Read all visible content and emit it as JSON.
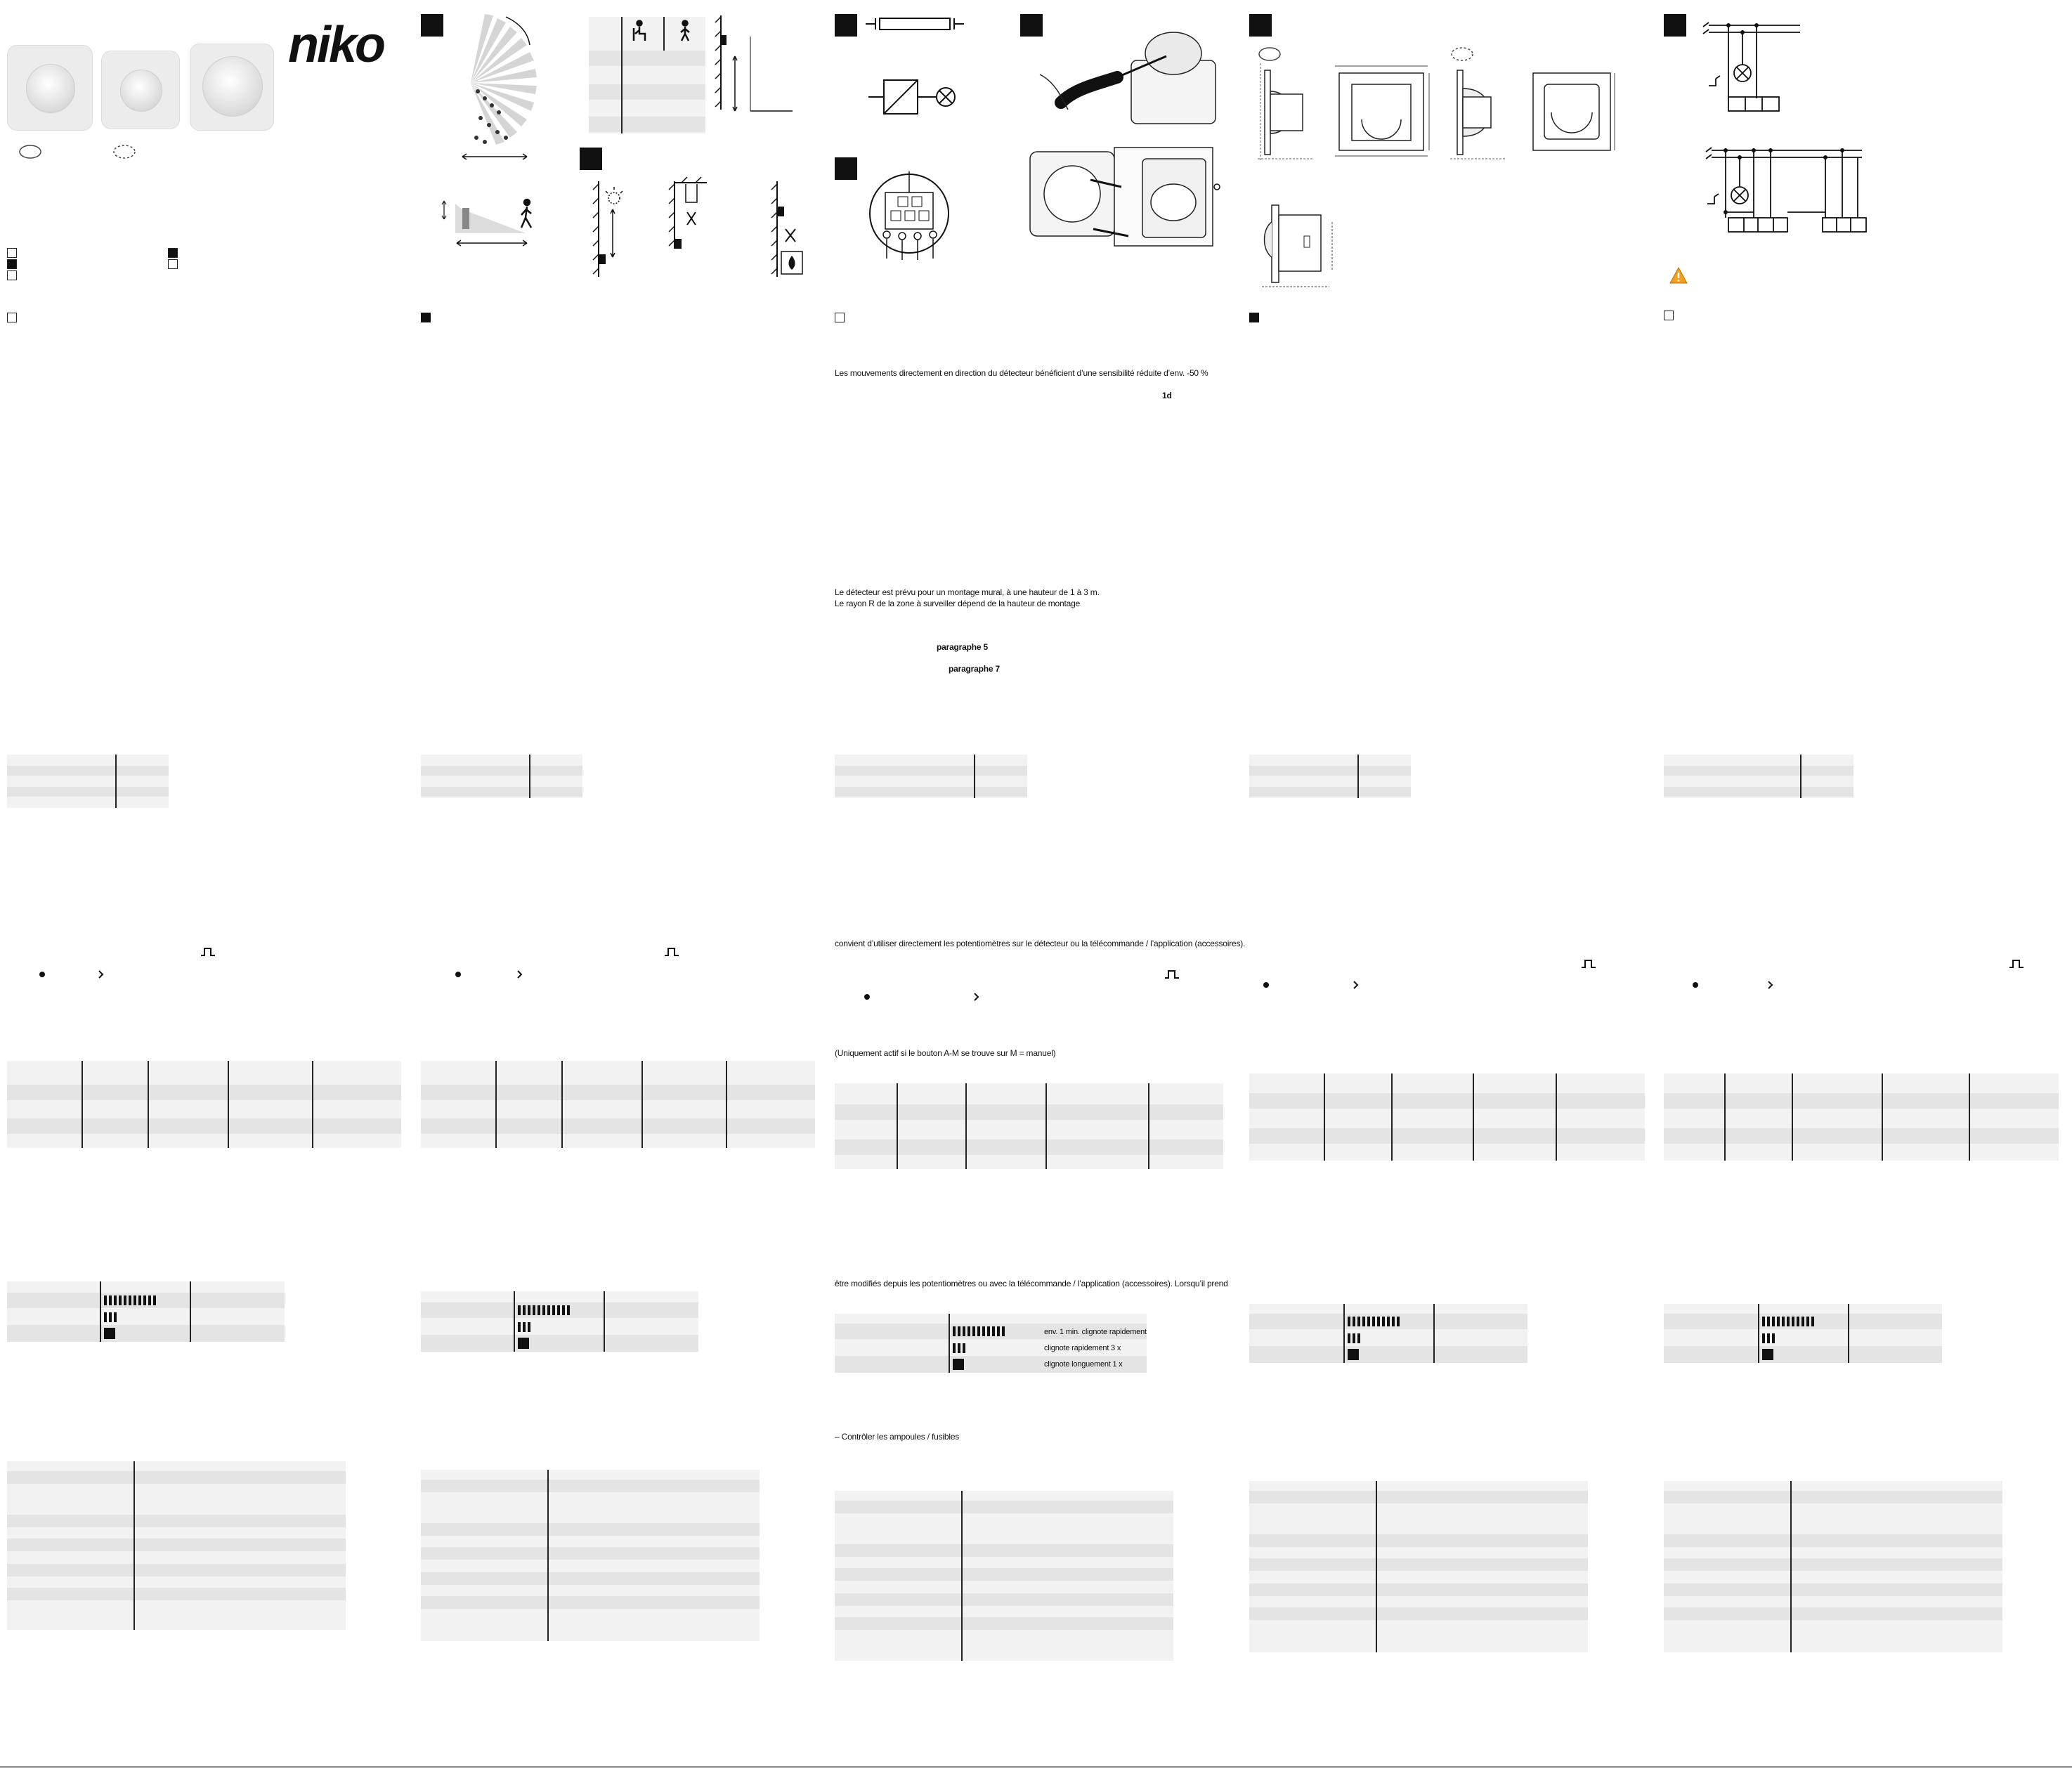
{
  "brand": {
    "logo_text": "niko"
  },
  "panel3": {
    "sensitivity_note": "Les mouvements directement en direction du détecteur bénéficient d’une sensibilité réduite d’env. -50 %",
    "figure_ref": "1d",
    "mounting_line1": "Le détecteur est prévu pour un montage mural, à une hauteur de 1 à 3 m.",
    "mounting_line2": "Le rayon R de la zone à surveiller dépend de la hauteur de montage",
    "ref_par5": "paragraphe 5",
    "ref_par7": "paragraphe 7",
    "potentiometer_note": "convient d’utiliser directement les potentiomètres sur le détecteur ou la télécommande / l’application (accessoires).",
    "manual_note": "(Uniquement actif si le bouton A-M se trouve sur M = manuel)",
    "modify_note": "être modifiés depuis les potentiomètres ou avec la télécommande / l’application (accessoires). Lorsqu’il prend",
    "led_states": [
      {
        "label": "env. 1 min. clignote rapidement"
      },
      {
        "label": "clignote rapidement 3 x"
      },
      {
        "label": "clignote longuement 1 x"
      }
    ],
    "troubleshoot_note": "– Contrôler les ampoules / fusibles"
  },
  "icons": [
    "warning-icon",
    "pulse-icon",
    "bullet-icon",
    "chevron-right-icon",
    "lamp-icon",
    "person-walking-icon",
    "person-sitting-icon"
  ],
  "colors": {
    "table_light": "#f2f2f2",
    "table_dark": "#e4e4e4",
    "warning": "#f0a020"
  }
}
